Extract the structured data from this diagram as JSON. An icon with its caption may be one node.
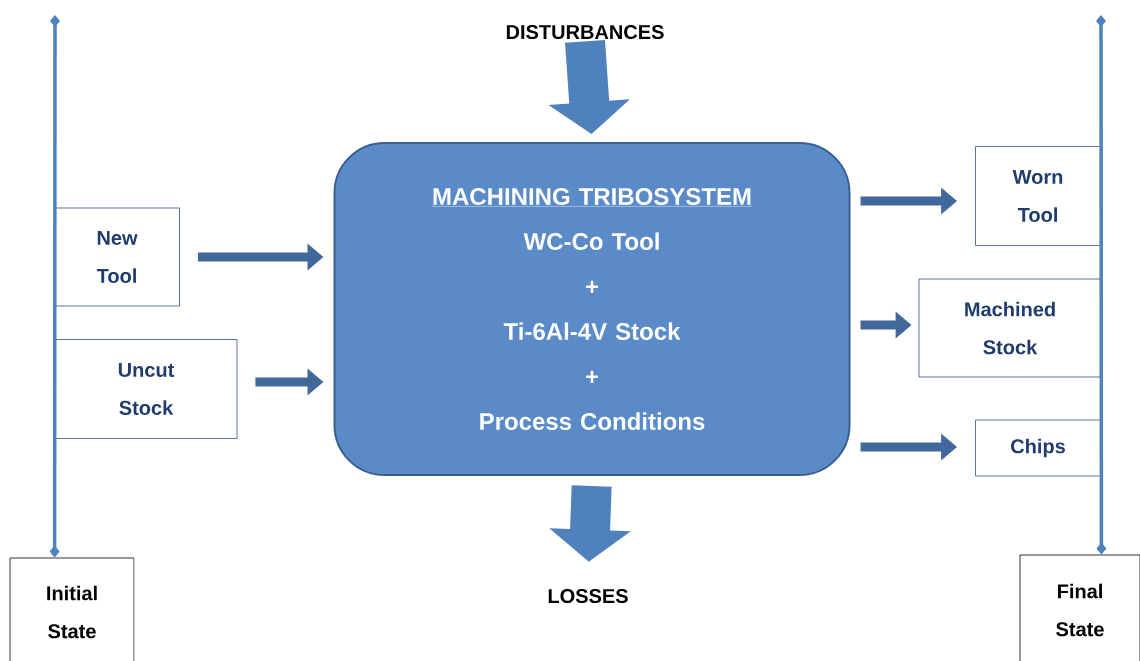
{
  "diagram": {
    "nodes": [
      {
        "text": [
          "DISTURBANCES"
        ]
      },
      {
        "text": [
          "MACHINING TRIBOSYSTEM",
          "WC-Co Tool",
          "+",
          "Ti-6Al-4V Stock",
          "+",
          "Process Conditions"
        ]
      },
      {
        "text": [
          "New Tool"
        ]
      },
      {
        "text": [
          "Uncut Stock"
        ]
      },
      {
        "text": [
          "Worn Tool"
        ]
      },
      {
        "text": [
          "Machined Stock"
        ]
      },
      {
        "text": [
          "Chips"
        ]
      },
      {
        "text": [
          "LOSSES"
        ]
      },
      {
        "text": [
          "Initial State"
        ]
      },
      {
        "text": [
          "Final State"
        ]
      }
    ],
    "edges": [
      {
        "from": 0,
        "to": 1,
        "arrow": "to",
        "style": "thick"
      },
      {
        "from": 2,
        "to": 1,
        "arrow": "to"
      },
      {
        "from": 3,
        "to": 1,
        "arrow": "to"
      },
      {
        "from": 1,
        "to": 4,
        "arrow": "to"
      },
      {
        "from": 1,
        "to": 5,
        "arrow": "to"
      },
      {
        "from": 1,
        "to": 6,
        "arrow": "to"
      },
      {
        "from": 1,
        "to": 7,
        "arrow": "to",
        "style": "thick"
      },
      {
        "from": 8,
        "to": null,
        "arrow": "other",
        "color": "#4f81bd"
      },
      {
        "from": 9,
        "to": null,
        "arrow": "other",
        "color": "#4f81bd"
      }
    ]
  }
}
